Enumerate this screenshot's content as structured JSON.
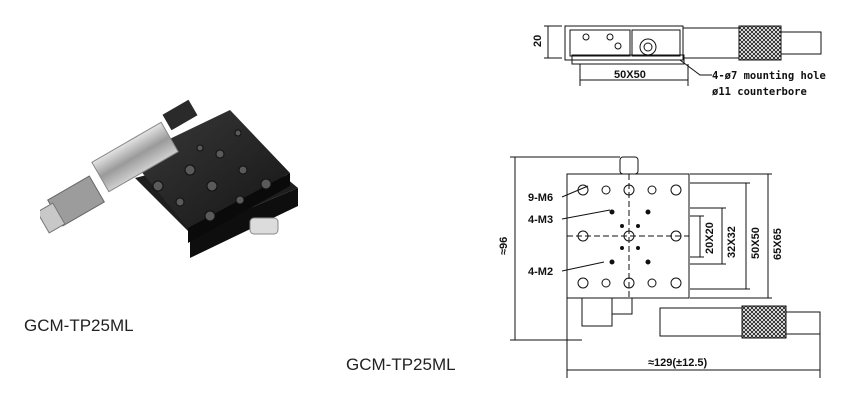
{
  "captions": {
    "photo": "GCM-TP25ML",
    "drawing": "GCM-TP25ML"
  },
  "top_view": {
    "height_label": "20",
    "base_label": "50X50",
    "mounting_note_1": "4-ø7 mounting hole",
    "mounting_note_2": "ø11 counterbore"
  },
  "front_view": {
    "overall_height": "≈96",
    "thread_9_m6": "9-M6",
    "thread_4_m3": "4-M3",
    "thread_4_m2": "4-M2",
    "dim_20x20": "20X20",
    "dim_32x32": "32X32",
    "dim_50x50": "50X50",
    "dim_65x65": "65X65",
    "overall_length": "≈129(±12.5)"
  }
}
